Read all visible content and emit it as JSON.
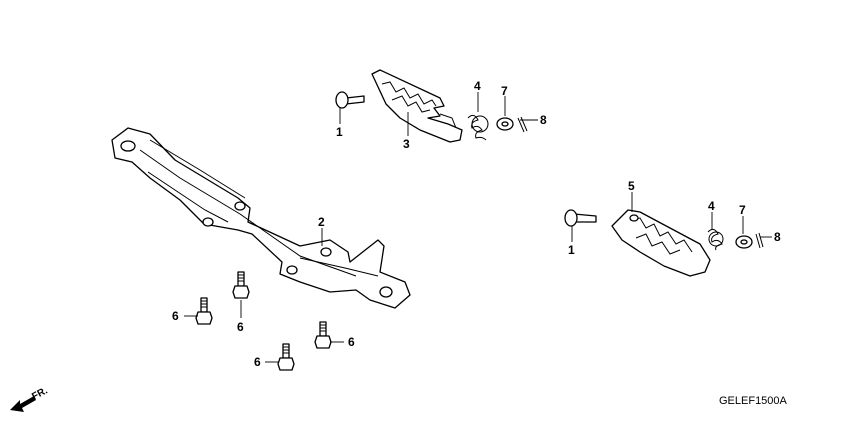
{
  "diagram": {
    "code": "GELEF1500A",
    "front_marker": "FR.",
    "callouts": [
      {
        "id": "c1a",
        "label": "1"
      },
      {
        "id": "c3",
        "label": "3"
      },
      {
        "id": "c4a",
        "label": "4"
      },
      {
        "id": "c7a",
        "label": "7"
      },
      {
        "id": "c8a",
        "label": "8"
      },
      {
        "id": "c2",
        "label": "2"
      },
      {
        "id": "c5",
        "label": "5"
      },
      {
        "id": "c1b",
        "label": "1"
      },
      {
        "id": "c4b",
        "label": "4"
      },
      {
        "id": "c7b",
        "label": "7"
      },
      {
        "id": "c8b",
        "label": "8"
      },
      {
        "id": "c6a",
        "label": "6"
      },
      {
        "id": "c6b",
        "label": "6"
      },
      {
        "id": "c6c",
        "label": "6"
      },
      {
        "id": "c6d",
        "label": "6"
      }
    ]
  },
  "colors": {
    "line": "#000000",
    "background": "#ffffff"
  }
}
